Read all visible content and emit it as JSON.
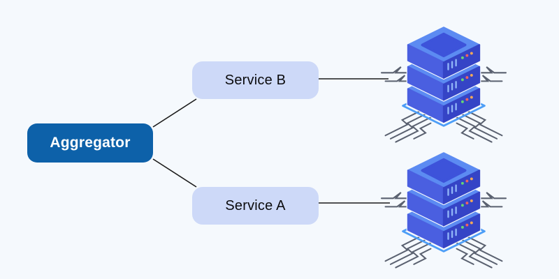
{
  "diagram": {
    "nodes": [
      {
        "id": "aggregator",
        "label": "Aggregator",
        "role": "primary"
      },
      {
        "id": "service-b",
        "label": "Service B",
        "role": "secondary"
      },
      {
        "id": "service-a",
        "label": "Service A",
        "role": "secondary"
      }
    ],
    "edges": [
      {
        "from": "aggregator",
        "to": "service-b"
      },
      {
        "from": "aggregator",
        "to": "service-a"
      },
      {
        "from": "service-b",
        "to": "server-b"
      },
      {
        "from": "service-a",
        "to": "server-a"
      }
    ],
    "icons": [
      {
        "id": "server-b",
        "name": "server-stack-icon"
      },
      {
        "id": "server-a",
        "name": "server-stack-icon"
      }
    ]
  },
  "colors": {
    "background": "#f5f9fd",
    "node_primary_fill": "#0d61a9",
    "node_primary_text": "#ffffff",
    "node_secondary_fill": "#cdd9f8",
    "node_secondary_text": "#0b0b0d",
    "edge": "#1b1b1b",
    "server_top": "#5c8bf2",
    "server_side_left": "#4a5fe0",
    "server_side_right": "#3544c6",
    "server_inset": "#3d53da",
    "server_base_edge": "#4d9ef7",
    "circuit_trace": "#5a6170",
    "vent_slit": "#8fb3f7",
    "led_green": "#66d575",
    "led_red": "#ef6461",
    "led_orange": "#f6a957"
  }
}
